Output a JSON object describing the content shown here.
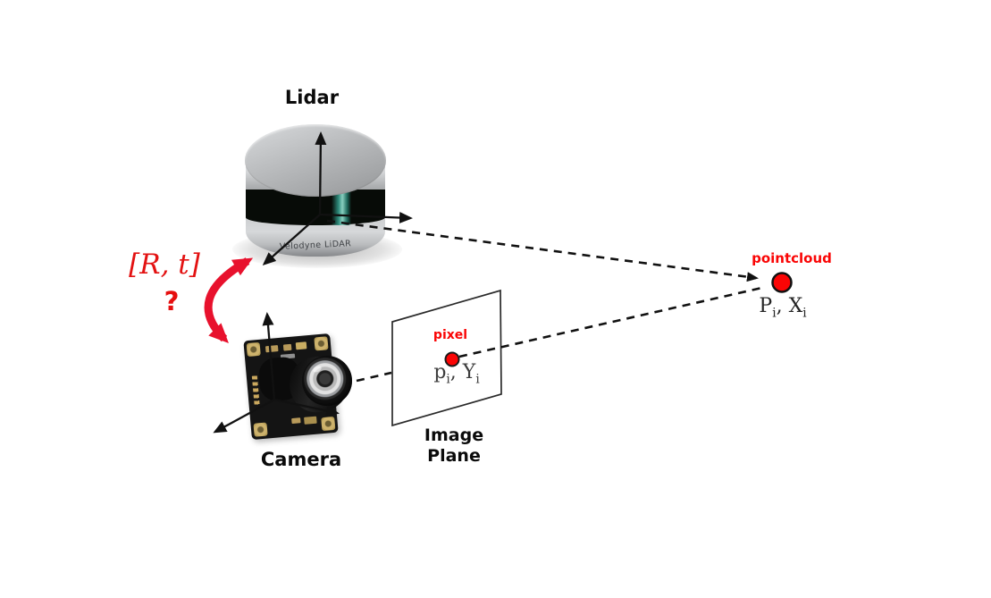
{
  "diagram": {
    "lidar": {
      "label": "Lidar",
      "brand_text": "Velodyne LiDAR"
    },
    "camera": {
      "label": "Camera"
    },
    "image_plane": {
      "label_line1": "Image",
      "label_line2": "Plane",
      "pixel": {
        "label": "pixel",
        "base1": "p",
        "sub1": "i",
        "sep": ", ",
        "base2": "Y",
        "sub2": "i"
      }
    },
    "pointcloud": {
      "label": "pointcloud",
      "point": {
        "base1": "P",
        "sub1": "i",
        "sep": ", ",
        "base2": "X",
        "sub2": "i"
      }
    },
    "extrinsic": {
      "label": "[R, t]",
      "question": "?"
    },
    "colors": {
      "red_accent": "#e8112d",
      "red_text": "#fa0505",
      "line_black": "#111111",
      "plane_stroke": "#2a2a2a"
    }
  }
}
